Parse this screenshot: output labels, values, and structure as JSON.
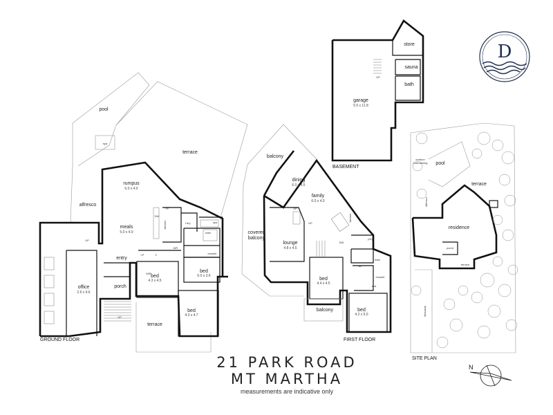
{
  "document": {
    "title_line1": "21 PARK ROAD",
    "title_line2": "MT MARTHA",
    "subtitle": "measurements are indicative only"
  },
  "logo": {
    "letter": "D",
    "icon": "wave-emblem-icon"
  },
  "compass": {
    "label": "N",
    "icon": "north-arrow-icon"
  },
  "colors": {
    "walls": "#111111",
    "logo": "#1f2f4f",
    "tree": "#888888"
  },
  "floors": {
    "ground": {
      "label": "GROUND FLOOR",
      "rooms": {
        "pool": "pool",
        "spa": "spa",
        "terrace": "terrace",
        "rumpus": "rumpus",
        "rumpus_dim": "6.0 x 4.0",
        "alfresco": "alfresco",
        "meals": "meals",
        "meals_dim": "5.0 x 4.0",
        "kitchen": "kitchen",
        "ldry": "l'dry",
        "spa2": "spa",
        "bath": "bath",
        "ensuite": "ensuite",
        "entry": "entry",
        "porch": "porch",
        "office": "office",
        "office_dim": "2.6 x 9.6",
        "bed1": "bed",
        "bed1_dim": "4.3 x 4.5",
        "bed2": "bed",
        "bed2_dim": "6.0 x 3.6",
        "bed3": "bed",
        "bed3_dim": "4.3 x 4.7",
        "terrace2": "terrace",
        "up": "UP",
        "dw": "DW",
        "wir": "WIR",
        "wr": "WR",
        "lp": "LP",
        "ff": "FF",
        "c": "C"
      }
    },
    "first": {
      "label": "FIRST FLOOR",
      "rooms": {
        "balcony": "balcony",
        "dining": "dining",
        "dining_dim": "6.0 x 4.5",
        "family": "family",
        "family_dim": "6.0 x 4.0",
        "kitchen": "kitchen",
        "covered_balcony_1": "covered",
        "covered_balcony_2": "balcony",
        "lounge": "lounge",
        "lounge_dim": "4.8 x 4.5",
        "ptry": "p'try",
        "bed1": "bed",
        "bed1_dim": "4.4 x 4.5",
        "balcony2": "balcony",
        "bath": "bath",
        "ensuite": "ensuite",
        "spa": "spa",
        "wir": "wir",
        "bed2": "bed",
        "bed2_dim": "4.2 x 5.0",
        "up": "UP",
        "dw": "DW"
      }
    },
    "basement": {
      "label": "BASEMENT",
      "rooms": {
        "garage": "garage",
        "garage_dim": "5.5 x 11.8",
        "store": "store",
        "sauna": "sauna",
        "bath": "bath",
        "up": "UP"
      }
    },
    "site": {
      "label": "SITE PLAN",
      "rooms": {
        "pool": "pool",
        "terrace": "terrace",
        "alfresco": "alfresco",
        "residence": "residence",
        "porch": "porch",
        "terrace2": "terrace",
        "driveway": "driveway",
        "outdoor_1": "outdoor",
        "outdoor_2": "entertaining"
      }
    }
  }
}
